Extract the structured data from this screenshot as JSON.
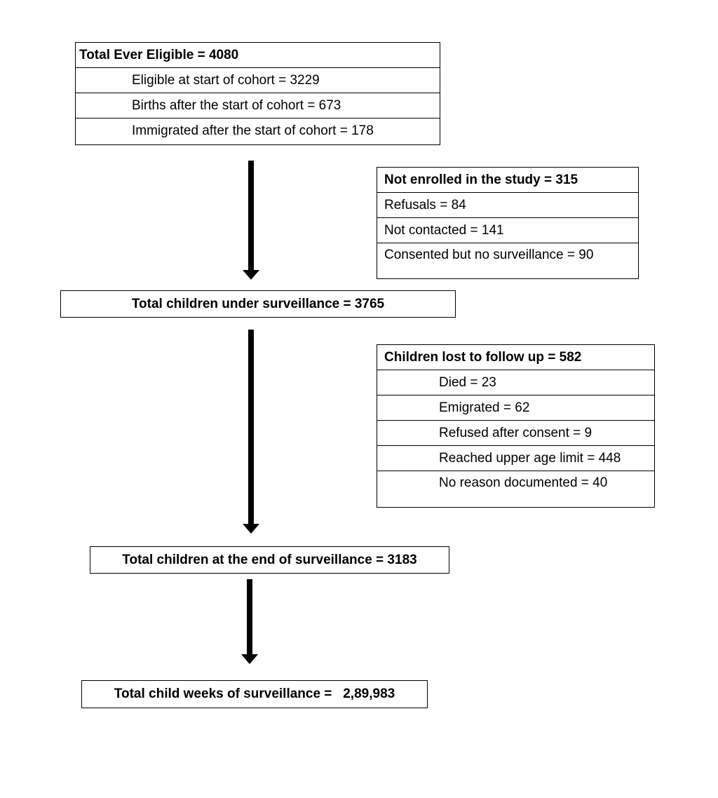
{
  "eligible_box": {
    "header": "Total Ever Eligible = 4080",
    "rows": [
      "Eligible at start of cohort = 3229",
      "Births after the start of cohort = 673",
      "Immigrated after the start of cohort = 178"
    ]
  },
  "not_enrolled_box": {
    "header": "Not enrolled in the study = 315",
    "rows": [
      "Refusals = 84",
      "Not contacted = 141",
      "Consented but no surveillance = 90"
    ]
  },
  "under_surveillance": "Total children under surveillance = 3765",
  "lost_box": {
    "header": "Children lost to follow up = 582",
    "rows": [
      "Died = 23",
      "Emigrated = 62",
      "Refused after consent = 9",
      "Reached upper age limit = 448",
      "No reason documented = 40"
    ]
  },
  "end_surveillance": "Total children at the end of surveillance = 3183",
  "child_weeks": "Total child weeks of surveillance =   2,89,983"
}
